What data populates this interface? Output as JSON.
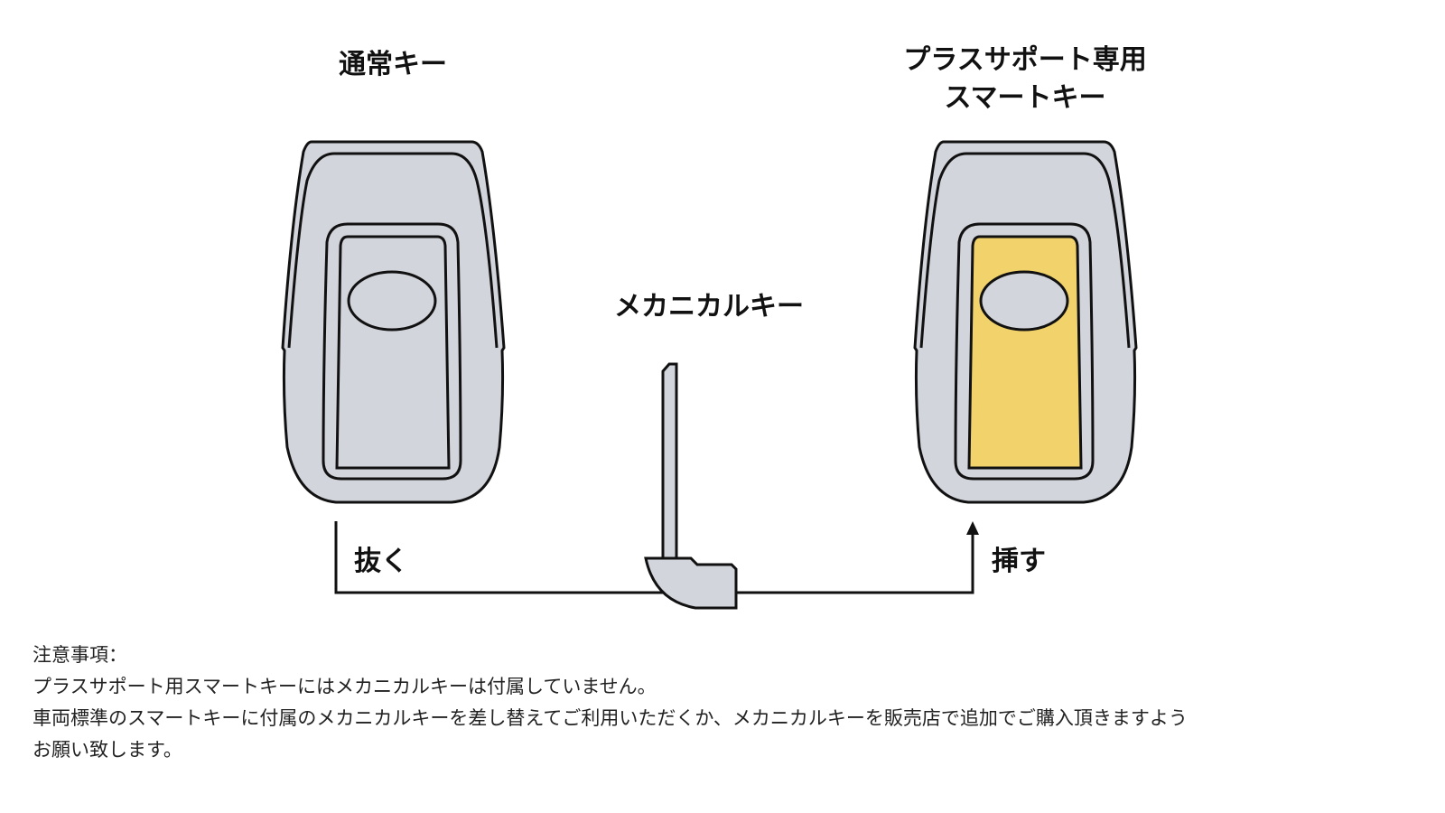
{
  "labels": {
    "normal_key": "通常キー",
    "plus_support_key_line1": "プラスサポート専用",
    "plus_support_key_line2": "スマートキー",
    "mechanical_key": "メカニカルキー",
    "remove": "抜く",
    "insert": "挿す"
  },
  "notes": {
    "heading": "注意事項：",
    "line1": "プラスサポート用スマートキーにはメカニカルキーは付属していません。",
    "line2": "車両標準のスマートキーに付属のメカニカルキーを差し替えてご利用いただくか、メカニカルキーを販売店で追加でご購入頂きますよう",
    "line3": "お願い致します。"
  },
  "colors": {
    "key_body": "#D3D5DC",
    "plus_panel": "#F2D36B",
    "stroke": "#111111"
  }
}
